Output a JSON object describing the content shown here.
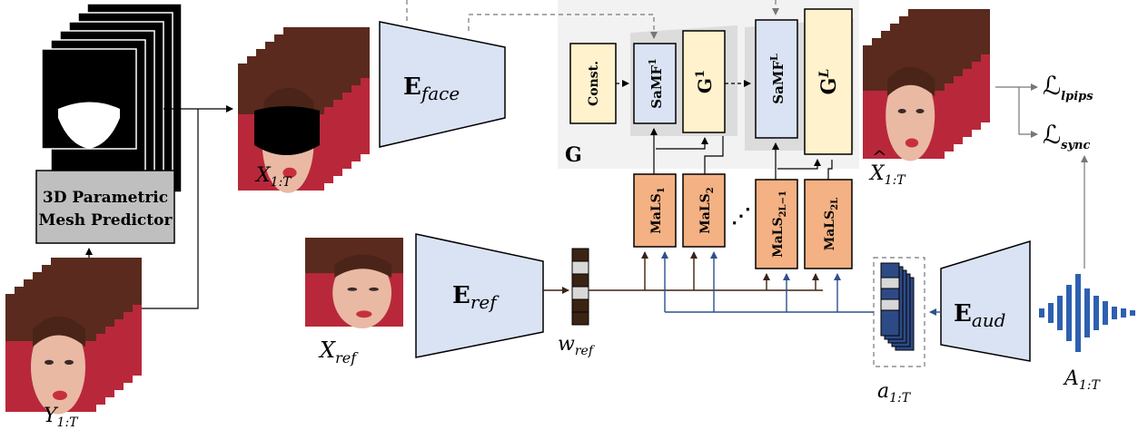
{
  "mesh_predictor": {
    "line1": "3D Parametric",
    "line2": "Mesh Predictor"
  },
  "encoders": {
    "face": {
      "main": "E",
      "sub": "face"
    },
    "ref": {
      "main": "E",
      "sub": "ref"
    },
    "aud": {
      "main": "E",
      "sub": "aud"
    }
  },
  "generator": {
    "label": "G",
    "const": "Const.",
    "samf1": {
      "main": "SaMF",
      "sup": "1"
    },
    "g1": {
      "main": "G",
      "sup": "1"
    },
    "samfL": {
      "main": "SaMF",
      "sup": "L"
    },
    "gL": {
      "main": "G",
      "sup": "L"
    }
  },
  "mals": {
    "b1": {
      "main": "MaLS",
      "sub": "1"
    },
    "b2": {
      "main": "MaLS",
      "sub": "2"
    },
    "b3": {
      "main": "MaLS",
      "sub": "2L−1"
    },
    "b4": {
      "main": "MaLS",
      "sub": "2L"
    },
    "ellipsis": "⋰"
  },
  "variables": {
    "x_1T": {
      "main": "X",
      "sub": "1:T"
    },
    "y_1T": {
      "main": "Y",
      "sub": "1:T"
    },
    "x_ref": {
      "main": "X",
      "sub": "ref"
    },
    "x_hat": {
      "main": "X",
      "sub": "1:T",
      "accent": "^"
    },
    "w_ref": {
      "main": "w",
      "sub": "ref"
    },
    "a_1T": {
      "main": "a",
      "sub": "1:T"
    },
    "A_1T": {
      "main": "A",
      "sub": "1:T"
    }
  },
  "losses": {
    "lpips": {
      "main": "ℒ",
      "sub": "lpips"
    },
    "sync": {
      "main": "ℒ",
      "sub": "sync"
    }
  },
  "colors": {
    "encoder_fill": "#dae3f3",
    "mals_fill": "#f4b183",
    "g_fill": "#fff2cc",
    "samf_fill": "#dae3f3",
    "panel_fill": "#f2f2f2",
    "mesh_fill": "#bfbfbf",
    "wire_brown": "#3b2314",
    "wire_blue": "#2f4f8f",
    "face_red": "#b8283a"
  }
}
